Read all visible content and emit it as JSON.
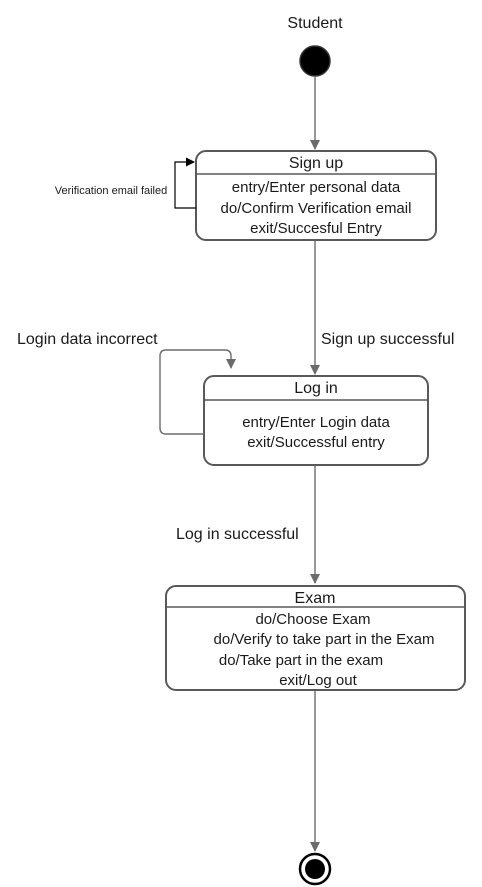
{
  "initial_label": "Student",
  "states": {
    "signup": {
      "title": "Sign up",
      "lines": [
        "entry/Enter personal data",
        "do/Confirm Verification email",
        "exit/Succesful Entry"
      ]
    },
    "login": {
      "title": "Log in",
      "lines": [
        "entry/Enter Login data",
        "exit/Successful entry"
      ]
    },
    "exam": {
      "title": "Exam",
      "lines": [
        "do/Choose Exam",
        "do/Verify to take part in the Exam",
        "do/Take part in the exam",
        "exit/Log out"
      ]
    }
  },
  "transitions": {
    "signup_self": "Verification email failed",
    "signup_to_login": "Sign up successful",
    "login_self": "Login data incorrect",
    "login_to_exam": "Log in successful"
  },
  "colors": {
    "line": "#6b6b6b",
    "border": "#595959",
    "node": "#000000"
  }
}
